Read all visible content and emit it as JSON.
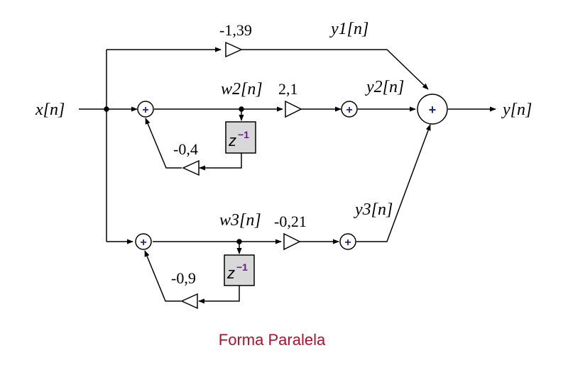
{
  "diagram": {
    "caption": "Forma Paralela",
    "colors": {
      "caption": "#b0102a",
      "adder_plus": "#1a2a7a",
      "delay_box_fill": "#d8d8d8",
      "delay_exponent": "#6a1a8a",
      "lines": "#000000"
    },
    "input_label": "x[n]",
    "output_label": "y[n]",
    "branch1": {
      "gain": "-1,39",
      "output_label": "y1[n]"
    },
    "branch2": {
      "state_label": "w2[n]",
      "gain": "2,1",
      "feedback_gain": "-0,4",
      "delay": "z-1",
      "output_label": "y2[n]"
    },
    "branch3": {
      "state_label": "w3[n]",
      "gain": "-0,21",
      "feedback_gain": "-0,9",
      "delay": "z-1",
      "output_label": "y3[n]"
    },
    "adder_symbol": "+"
  }
}
